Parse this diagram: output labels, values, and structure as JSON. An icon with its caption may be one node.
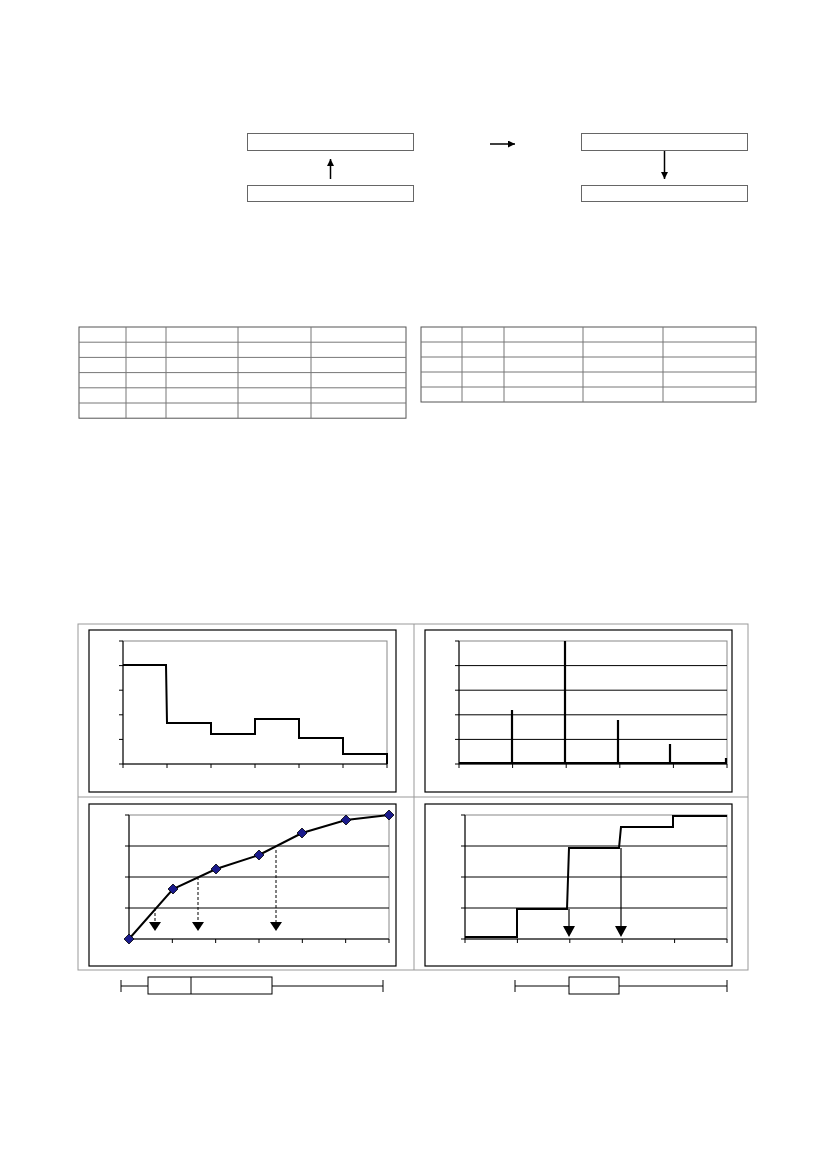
{
  "diagram": {
    "nodes": [
      {
        "text": [],
        "shape": "box"
      },
      {
        "text": [],
        "shape": "box"
      },
      {
        "text": [],
        "shape": "box"
      },
      {
        "text": [],
        "shape": "box"
      }
    ],
    "edges": [
      {
        "from": 1,
        "to": 0,
        "arrow": "to"
      },
      {
        "from": 2,
        "to": 3,
        "arrow": "to"
      }
    ]
  }
}
